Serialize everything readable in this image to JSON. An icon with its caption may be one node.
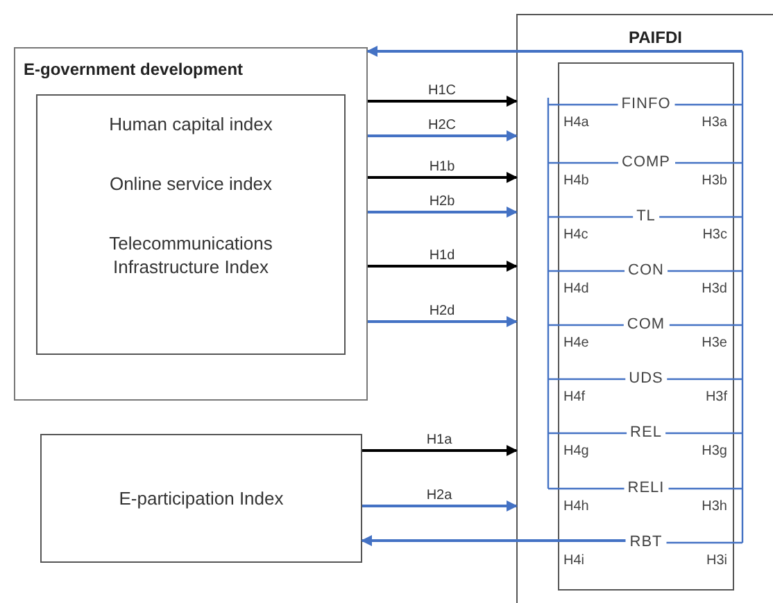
{
  "diagram": {
    "nodes": [
      {
        "text": [
          "E-government development"
        ]
      },
      {
        "text": [
          "Human capital index",
          "Online service index",
          "Telecommunications Infrastructure Index"
        ],
        "in": 0
      },
      {
        "text": [
          "PAIFDI"
        ]
      },
      {
        "text": [],
        "shape": "box",
        "in": 2
      },
      {
        "text": [
          "FINFO"
        ],
        "in": 3
      },
      {
        "text": [
          "COMP"
        ],
        "in": 3
      },
      {
        "text": [
          "TL"
        ],
        "in": 3
      },
      {
        "text": [
          "CON"
        ],
        "in": 3
      },
      {
        "text": [
          "COM"
        ],
        "in": 3
      },
      {
        "text": [
          "UDS"
        ],
        "in": 3
      },
      {
        "text": [
          "REL"
        ],
        "in": 3
      },
      {
        "text": [
          "RELI"
        ],
        "in": 3
      },
      {
        "text": [
          "RBT"
        ],
        "in": 3
      },
      {
        "text": [
          "E-participation Index"
        ]
      }
    ],
    "edges": [
      {
        "from": 2,
        "to": 0,
        "arrow": "to"
      },
      {
        "from": 0,
        "to": 2,
        "arrow": "to",
        "label": "H1C",
        "color": "#000000"
      },
      {
        "from": 0,
        "to": 2,
        "arrow": "to",
        "label": "H2C"
      },
      {
        "from": 0,
        "to": 2,
        "arrow": "to",
        "label": "H1b",
        "color": "#000000"
      },
      {
        "from": 0,
        "to": 2,
        "arrow": "to",
        "label": "H2b"
      },
      {
        "from": 0,
        "to": 2,
        "arrow": "to",
        "label": "H1d",
        "color": "#000000"
      },
      {
        "from": 0,
        "to": 2,
        "arrow": "to",
        "label": "H2d"
      },
      {
        "from": 13,
        "to": 2,
        "arrow": "to",
        "label": "H1a",
        "color": "#000000"
      },
      {
        "from": 13,
        "to": 2,
        "arrow": "to",
        "label": "H2a"
      },
      {
        "from": 12,
        "to": 13,
        "arrow": "to"
      }
    ],
    "labels": [
      "H4a",
      "H3a",
      "H4b",
      "H3b",
      "H4c",
      "H3c",
      "H4d",
      "H3d",
      "H4e",
      "H3e",
      "H4f",
      "H3f",
      "H4g",
      "H3g",
      "H4h",
      "H3h",
      "H4i",
      "H3i"
    ]
  }
}
